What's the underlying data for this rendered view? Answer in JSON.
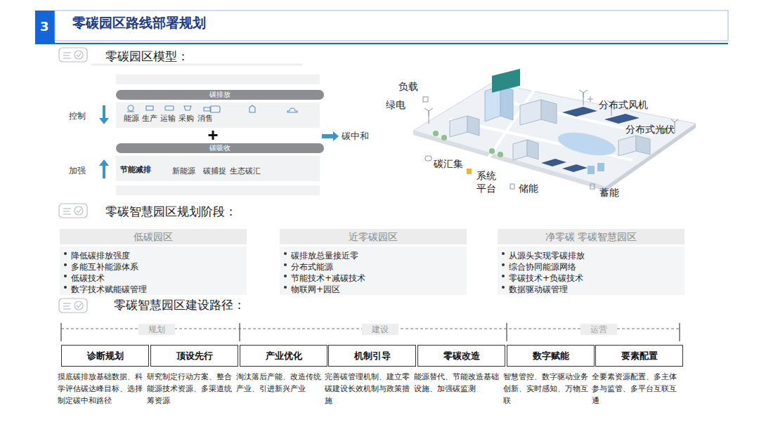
{
  "diagram": {
    "title": "零碳园区路线部署规划",
    "nodes": [
      {
        "text": [
          "碳排放"
        ]
      },
      {
        "text": [
          "碳吸收"
        ]
      },
      {
        "text": [
          "低碳园区",
          "降低碳排放强度",
          "多能互补能源体系",
          "低碳技术",
          "数字技术赋能碳管理"
        ]
      },
      {
        "text": [
          "近零碳园区",
          "碳排放总量接近零",
          "分布式能源",
          "节能技术+减碳技术",
          "物联网+园区"
        ]
      },
      {
        "text": [
          "净零碳 零碳智慧园区",
          "从源头实现零碳排放",
          "综合协同能源网络",
          "零碳技术+负碳技术",
          "数据驱动碳管理"
        ]
      },
      {
        "text": [
          "诊断规划",
          "摸底碳排放基础数据、科学评估碳达峰目标、选择制定碳中和路径"
        ]
      },
      {
        "text": [
          "顶设先行",
          "研究制定行动方案、整合能源技术资源、多渠道统筹资源"
        ]
      },
      {
        "text": [
          "产业优化",
          "淘汰落后产能、改造传统产业、引进新兴产业"
        ]
      },
      {
        "text": [
          "机制引导",
          "完善碳管理机制、建立零碳建设长效机制与政策措施"
        ]
      },
      {
        "text": [
          "零碳改造",
          "能源替代、节能改造基础设施、加强碳监测"
        ]
      },
      {
        "text": [
          "数字赋能",
          "智慧管控、数字驱动业务创新、实时感知、万物互联"
        ]
      },
      {
        "text": [
          "要素配置",
          "全要素资源配置、多主体参与监管、多平台互联互通"
        ]
      }
    ],
    "labels": [
      "3",
      "零碳园区模型：",
      "控制",
      "能源",
      "生产",
      "运输",
      "采购",
      "消售",
      "加强",
      "节能减排",
      "新能源",
      "碳捕捉",
      "生态碳汇",
      "碳中和",
      "负载",
      "绿电",
      "分布式风机",
      "分布式光伏",
      "碳汇集",
      "系统 平台",
      "储能",
      "蓄能",
      "零碳智慧园区规划阶段：",
      "零碳智慧园区建设路径：",
      "规划",
      "建设",
      "运营"
    ]
  }
}
